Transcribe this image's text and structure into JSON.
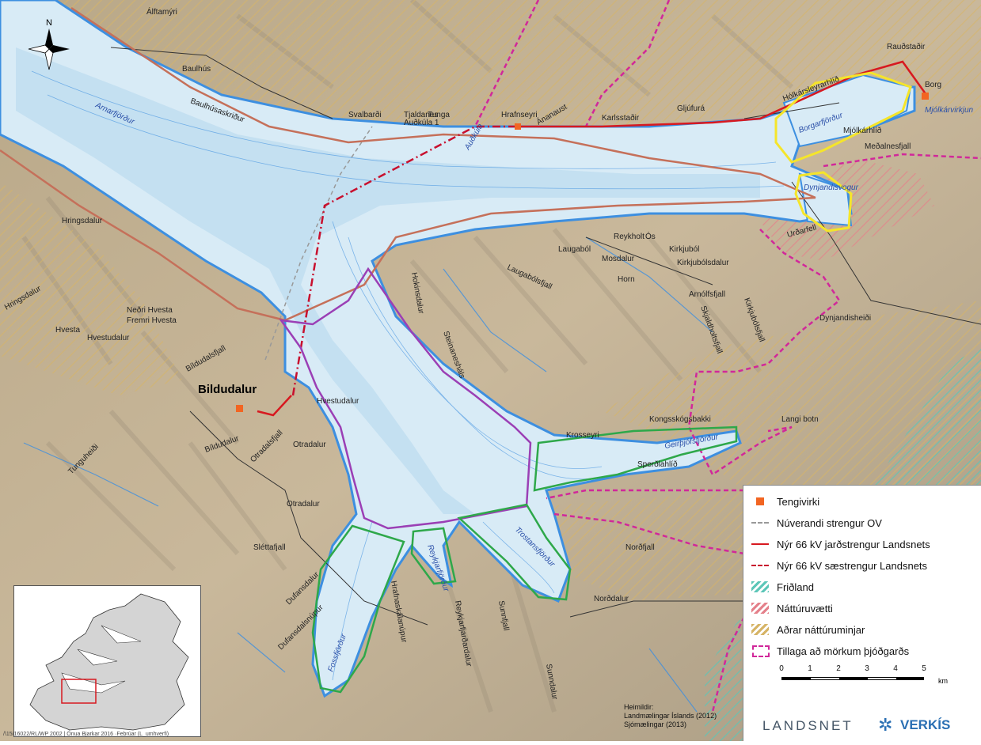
{
  "map": {
    "north_label": "N",
    "town_label": "Bildudalur",
    "colors": {
      "water": "#d8ebf6",
      "water_deep": "#bcdcf0",
      "shore": "#3d8fe0",
      "land": "#c9b89b",
      "land_shade": "#a99b83",
      "existing_line": "#999999",
      "new_land_cable": "#d71920",
      "new_sea_cable": "#c8102e",
      "red_brown_line": "#c5705a",
      "purple_zone": "#9b3fb5",
      "green_zone": "#2ea84a",
      "yellow_zone": "#f5e52a",
      "park_border": "#d1289a",
      "fridland": "#5cc6b8",
      "natturuvaetti": "#e4808a",
      "adrar": "#d6b466",
      "substation": "#f26522"
    },
    "places": [
      {
        "name": "Álftamýri"
      },
      {
        "name": "Baulhús"
      },
      {
        "name": "Baulhúsaskriður"
      },
      {
        "name": "Arnarfjörður"
      },
      {
        "name": "Svalbarði"
      },
      {
        "name": "Tjaldanes"
      },
      {
        "name": "Tunga"
      },
      {
        "name": "Auðkúla 1"
      },
      {
        "name": "Hrafnseyri"
      },
      {
        "name": "Auðkúla"
      },
      {
        "name": "Ánanaust"
      },
      {
        "name": "Karlsstaðir"
      },
      {
        "name": "Gljúfurá"
      },
      {
        "name": "Hólkársleyrarhlíð"
      },
      {
        "name": "Rauðstaðir"
      },
      {
        "name": "Borg"
      },
      {
        "name": "Mjólkárvirkjun"
      },
      {
        "name": "Borgarfjörður"
      },
      {
        "name": "Mjólkárhlíð"
      },
      {
        "name": "Meðalnesfjall"
      },
      {
        "name": "Dynjandisvogur"
      },
      {
        "name": "Urðarfell"
      },
      {
        "name": "Hringsdalur"
      },
      {
        "name": "Laugaból"
      },
      {
        "name": "Reykholt"
      },
      {
        "name": "Ós"
      },
      {
        "name": "Mosdalur"
      },
      {
        "name": "Kirkjuból"
      },
      {
        "name": "Kirkjubólsdalur"
      },
      {
        "name": "Horn"
      },
      {
        "name": "Laugabólsfjall"
      },
      {
        "name": "Hokinsdalur"
      },
      {
        "name": "Arnólfsfjall"
      },
      {
        "name": "Skjaldholtsfjall"
      },
      {
        "name": "Kirkjubólsfjall"
      },
      {
        "name": "Dynjandisheiði"
      },
      {
        "name": "Neðri Hvesta"
      },
      {
        "name": "Fremri Hvesta"
      },
      {
        "name": "Hvestudalur"
      },
      {
        "name": "Steinanesháls"
      },
      {
        "name": "Bíldudalsfjall"
      },
      {
        "name": "Hringsdalur"
      },
      {
        "name": "Hvesta"
      },
      {
        "name": "Kongsskógsbakki"
      },
      {
        "name": "Langi botn"
      },
      {
        "name": "Krosseyri"
      },
      {
        "name": "Geirþjófsfjörður"
      },
      {
        "name": "Sperðlahlíð"
      },
      {
        "name": "Bíldudalur"
      },
      {
        "name": "Otradalur"
      },
      {
        "name": "Otradalsfjall"
      },
      {
        "name": "Tunguheiði"
      },
      {
        "name": "Otradalur"
      },
      {
        "name": "Sléttafjall"
      },
      {
        "name": "Norðfjall"
      },
      {
        "name": "Reykjarfjörður"
      },
      {
        "name": "Trostansfjörður"
      },
      {
        "name": "Fossfjörður"
      },
      {
        "name": "Dufansdalur"
      },
      {
        "name": "Dufansdalsnúpur"
      },
      {
        "name": "Hrafnaskálanúpur"
      },
      {
        "name": "Reykjarfjarðardalur"
      },
      {
        "name": "Sunnfjall"
      },
      {
        "name": "Norðdalur"
      },
      {
        "name": "Sunndalur"
      },
      {
        "name": "Hvestudalur"
      }
    ]
  },
  "legend": {
    "items": [
      {
        "label": "Tengivirki"
      },
      {
        "label": "Núverandi strengur OV"
      },
      {
        "label": "Nýr 66 kV jarðstrengur Landsnets"
      },
      {
        "label": "Nýr 66 kV sæstrengur Landsnets"
      },
      {
        "label": "Friðland"
      },
      {
        "label": "Náttúruvætti"
      },
      {
        "label": "Aðrar náttúruminjar"
      },
      {
        "label": "Tillaga að mörkum þjóðgarðs"
      }
    ],
    "scale": {
      "ticks": [
        "0",
        "1",
        "2",
        "3",
        "4",
        "5"
      ],
      "unit": "km"
    },
    "logos": {
      "landsnet": "LANDSNET",
      "verkis": "VERKÍS"
    }
  },
  "sources": {
    "title": "Heimildir:",
    "line1": "Landmælingar Íslands (2012)",
    "line2": "Sjómælingar (2013)"
  },
  "credit": "/\\15/16022/RL/WP 2002 | Ónua Bjarkar 2016 ·Febrúar (L_umhverfi)"
}
